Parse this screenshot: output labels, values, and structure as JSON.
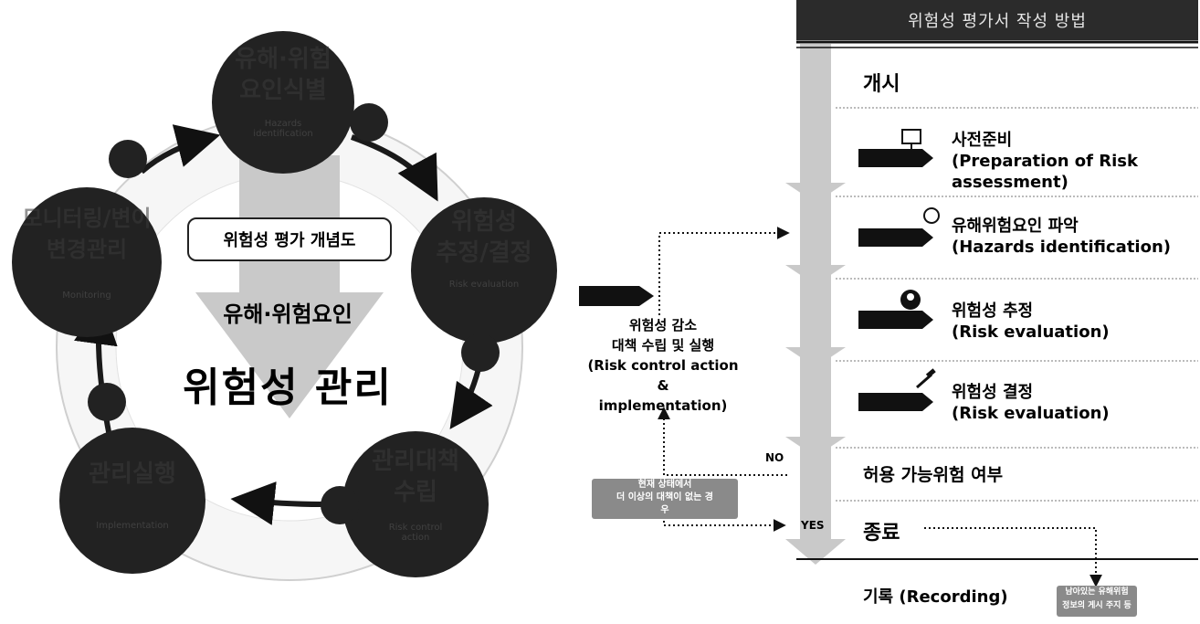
{
  "concept": {
    "box_label": "위험성 평가 개념도",
    "center_sub": "유해·위험요인",
    "center_main": "위험성 관리",
    "circles": [
      {
        "title": "유해·위험\n요인식별",
        "sub": "Hazards\nidentification"
      },
      {
        "title": "위험성\n추정/결정",
        "sub": "Risk evaluation"
      },
      {
        "title": "관리대책\n수립",
        "sub": "Risk control\naction"
      },
      {
        "title": "관리실행",
        "sub": "Implementation"
      },
      {
        "title": "모니터링/변이\n변경관리",
        "sub": "Monitoring"
      }
    ]
  },
  "method": {
    "header": "위험성 평가서 작성 방법",
    "start": "개시",
    "steps": [
      {
        "icon": "monitor-icon",
        "text": "사전준비\n(Preparation of Risk\nassessment)"
      },
      {
        "icon": "warning-head-icon",
        "text": "유해위험요인 파악\n(Hazards identification)"
      },
      {
        "icon": "gear-head-icon",
        "text": "위험성 추정\n(Risk evaluation)"
      },
      {
        "icon": "gavel-icon",
        "text": "위험성 결정\n(Risk evaluation)"
      }
    ],
    "decision": "허용 가능위험 여부",
    "end": "종료",
    "record": "기록 (Recording)",
    "no_label": "NO",
    "yes_label": "YES",
    "control_action": "위험성 감소\n대책 수립 및 실행\n(Risk control action\n&\nimplementation)",
    "no_further_note": "현재 상태에서\n더 이상의 대책이 없는 경\n우",
    "residual_note": "남아있는 유해위험\n정보의 게시 주지 등"
  },
  "colors": {
    "circle": "#222222",
    "ring": "#d9d9d9",
    "arrow_gray": "#c4c4c4",
    "header": "#2b2b2b"
  }
}
